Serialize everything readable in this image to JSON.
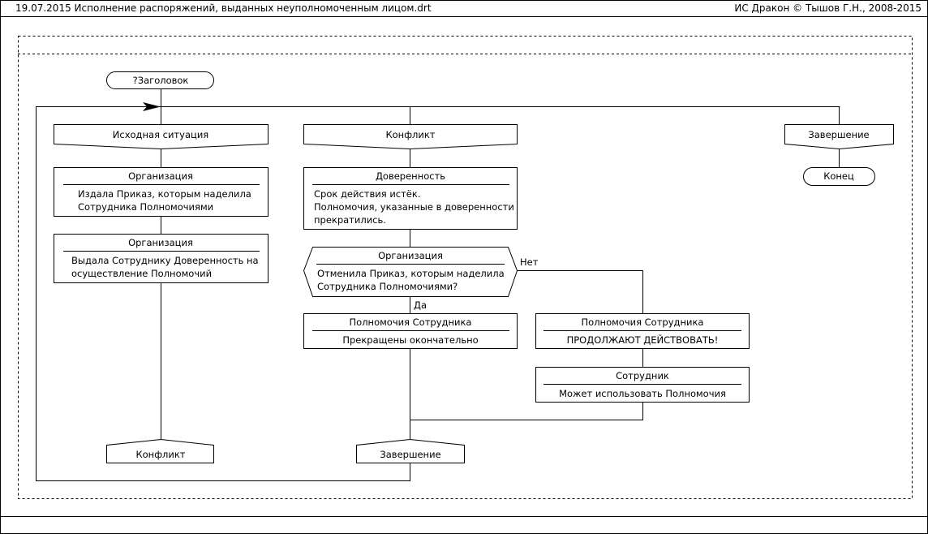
{
  "header": {
    "left": "19.07.2015  Исполнение распоряжений, выданных неуполномоченным лицом.drt",
    "right": "ИС Дракон © Тышов Г.Н., 2008-2015"
  },
  "diagram": {
    "title": "?Заголовок",
    "branches": {
      "b1": "Исходная ситуация",
      "b2": "Конфликт",
      "b3": "Завершение"
    },
    "end": "Конец",
    "actions": {
      "org1": {
        "title": "Организация",
        "line1": "Издала Приказ, которым наделила",
        "line2": "Сотрудника Полномочиями"
      },
      "org2": {
        "title": "Организация",
        "line1": "Выдала Сотруднику Доверенность на",
        "line2": "осуществление Полномочий"
      },
      "dov": {
        "title": "Доверенность",
        "line1": "Срок действия истёк.",
        "line2": "Полномочия, указанные в доверенности",
        "line3": "прекратились."
      },
      "p1": {
        "title": "Полномочия Сотрудника",
        "line1": "Прекращены окончательно"
      },
      "p2": {
        "title": "Полномочия Сотрудника",
        "line1": "ПРОДОЛЖАЮТ ДЕЙСТВОВАТЬ!"
      },
      "emp": {
        "title": "Сотрудник",
        "line1": "Может использовать Полномочия"
      }
    },
    "question": {
      "title": "Организация",
      "line1": "Отменила Приказ, которым наделила",
      "line2": "Сотрудника Полномочиями?"
    },
    "yes": "Да",
    "no": "Нет",
    "addresses": {
      "a1": "Конфликт",
      "a2": "Завершение"
    }
  }
}
